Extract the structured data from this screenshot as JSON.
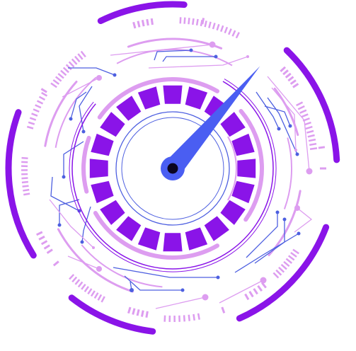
{
  "graphic": {
    "kind": "speedometer-gauge-illustration",
    "needle_level": 0.87,
    "segment_count": 20,
    "colors": {
      "violet": "#8a14e8",
      "lilac": "#dd9df0",
      "blue": "#4d5fe0",
      "needle": "#4a5ef2",
      "hub_center": "#0b0520",
      "background": "#ffffff"
    },
    "icons": {
      "needle": "gauge-needle-icon",
      "hub": "gauge-hub-icon"
    }
  }
}
